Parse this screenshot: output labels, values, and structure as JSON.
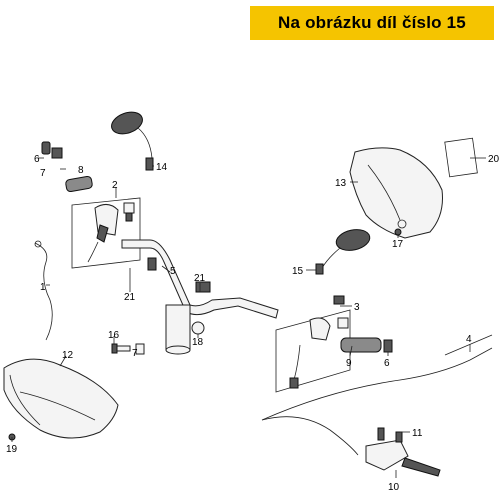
{
  "banner": {
    "text": "Na obrázku díl číslo 15",
    "color": "#f5c400"
  },
  "callouts": [
    {
      "id": "c1",
      "text": "1"
    },
    {
      "id": "c2",
      "text": "2"
    },
    {
      "id": "c3",
      "text": "3"
    },
    {
      "id": "c4",
      "text": "4"
    },
    {
      "id": "c5",
      "text": "5"
    },
    {
      "id": "c6a",
      "text": "6"
    },
    {
      "id": "c6b",
      "text": "6"
    },
    {
      "id": "c7",
      "text": "7"
    },
    {
      "id": "c8",
      "text": "8"
    },
    {
      "id": "c9",
      "text": "9"
    },
    {
      "id": "c10",
      "text": "10"
    },
    {
      "id": "c11",
      "text": "11"
    },
    {
      "id": "c12",
      "text": "12"
    },
    {
      "id": "c13",
      "text": "13"
    },
    {
      "id": "c14",
      "text": "14"
    },
    {
      "id": "c15",
      "text": "15"
    },
    {
      "id": "c16",
      "text": "16"
    },
    {
      "id": "c17",
      "text": "17"
    },
    {
      "id": "c18",
      "text": "18"
    },
    {
      "id": "c19",
      "text": "19"
    },
    {
      "id": "c20",
      "text": "20"
    },
    {
      "id": "c21a",
      "text": "21"
    },
    {
      "id": "c21b",
      "text": "21"
    }
  ]
}
